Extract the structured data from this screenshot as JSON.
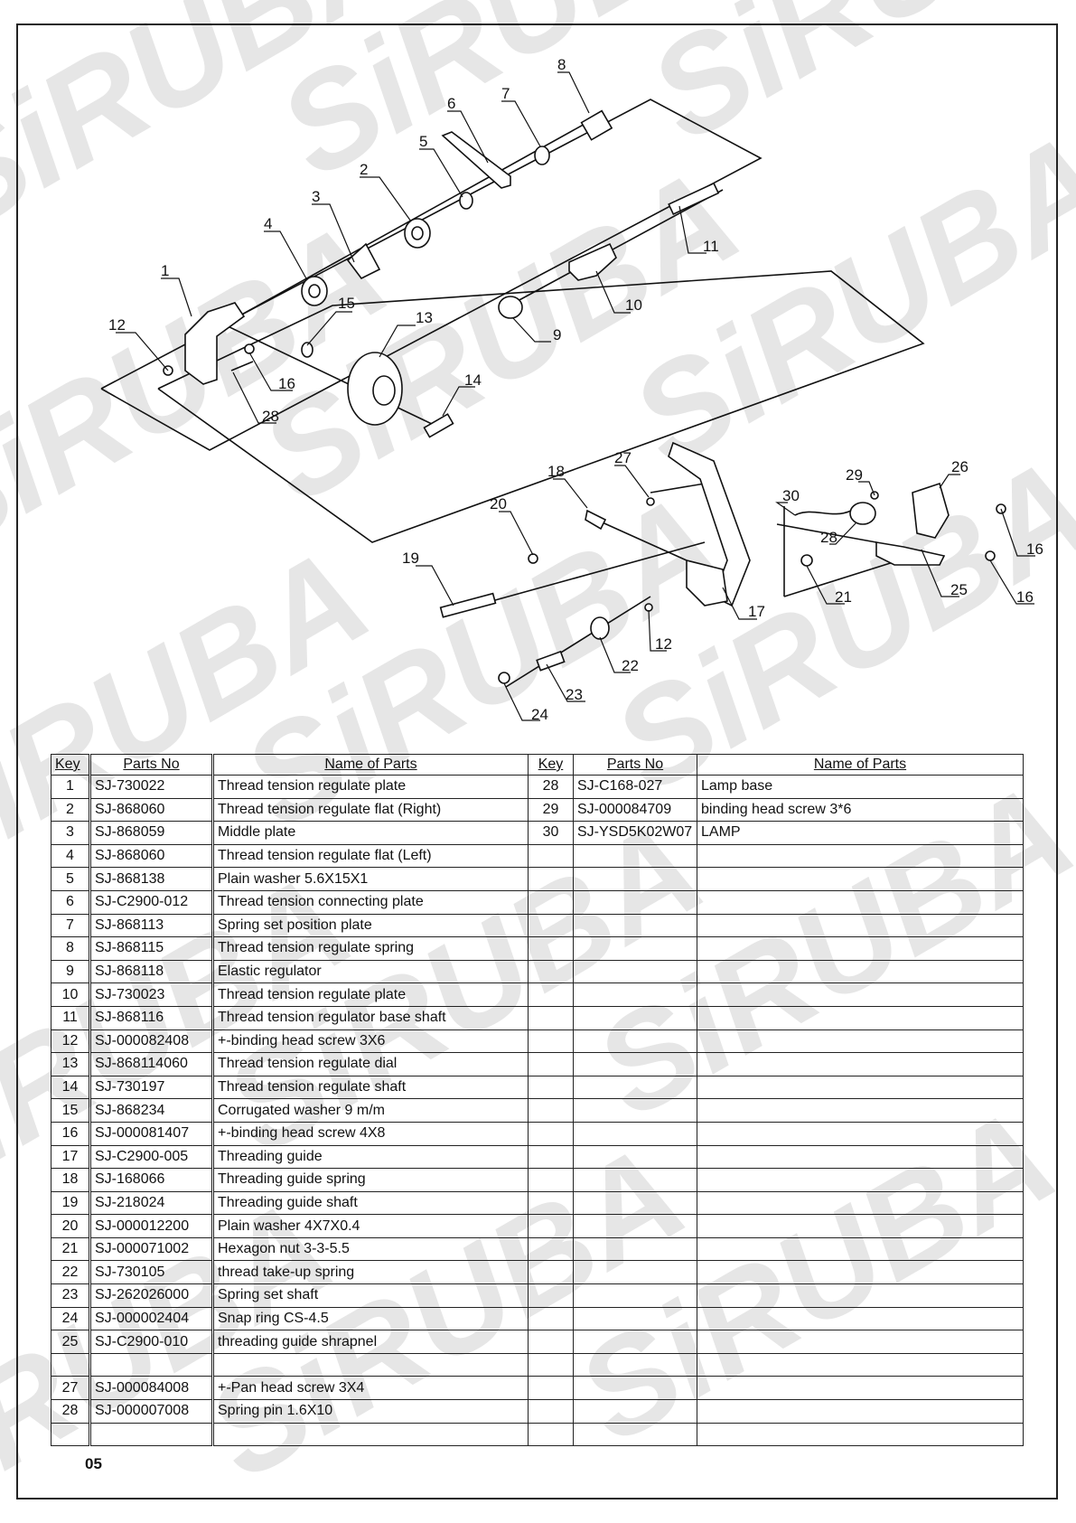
{
  "watermark": "SiRUBA",
  "callouts": [
    "1",
    "2",
    "3",
    "4",
    "5",
    "6",
    "7",
    "8",
    "9",
    "10",
    "11",
    "12",
    "13",
    "14",
    "15",
    "16",
    "28",
    "27",
    "18",
    "20",
    "19",
    "17",
    "12",
    "22",
    "23",
    "24",
    "29",
    "26",
    "30",
    "28",
    "21",
    "25",
    "16",
    "16"
  ],
  "table": {
    "headers": [
      "Key",
      "Parts No",
      "Name of Parts",
      "Key",
      "Parts No",
      "Name of Parts"
    ],
    "rows": [
      [
        "1",
        "SJ-730022",
        "Thread tension regulate plate",
        "28",
        "SJ-C168-027",
        "Lamp base"
      ],
      [
        "2",
        "SJ-868060",
        "Thread tension regulate flat (Right)",
        "29",
        "SJ-000084709",
        "binding head screw 3*6"
      ],
      [
        "3",
        "SJ-868059",
        "Middle plate",
        "30",
        "SJ-YSD5K02W07",
        "LAMP"
      ],
      [
        "4",
        "SJ-868060",
        "Thread tension regulate flat (Left)",
        "",
        "",
        ""
      ],
      [
        "5",
        "SJ-868138",
        "Plain washer 5.6X15X1",
        "",
        "",
        ""
      ],
      [
        "6",
        "SJ-C2900-012",
        "Thread tension connecting plate",
        "",
        "",
        ""
      ],
      [
        "7",
        "SJ-868113",
        "Spring set position plate",
        "",
        "",
        ""
      ],
      [
        "8",
        "SJ-868115",
        "Thread tension regulate spring",
        "",
        "",
        ""
      ],
      [
        "9",
        "SJ-868118",
        "Elastic regulator",
        "",
        "",
        ""
      ],
      [
        "10",
        "SJ-730023",
        "Thread tension regulate plate",
        "",
        "",
        ""
      ],
      [
        "11",
        "SJ-868116",
        "Thread tension regulator base shaft",
        "",
        "",
        ""
      ],
      [
        "12",
        "SJ-000082408",
        "+-binding head screw 3X6",
        "",
        "",
        ""
      ],
      [
        "13",
        "SJ-868114060",
        "Thread tension regulate dial",
        "",
        "",
        ""
      ],
      [
        "14",
        "SJ-730197",
        "Thread tension regulate shaft",
        "",
        "",
        ""
      ],
      [
        "15",
        "SJ-868234",
        "Corrugated washer 9 m/m",
        "",
        "",
        ""
      ],
      [
        "16",
        "SJ-000081407",
        "+-binding head screw 4X8",
        "",
        "",
        ""
      ],
      [
        "17",
        "SJ-C2900-005",
        "Threading guide",
        "",
        "",
        ""
      ],
      [
        "18",
        "SJ-168066",
        "Threading guide spring",
        "",
        "",
        ""
      ],
      [
        "19",
        "SJ-218024",
        "Threading guide shaft",
        "",
        "",
        ""
      ],
      [
        "20",
        "SJ-000012200",
        "Plain washer 4X7X0.4",
        "",
        "",
        ""
      ],
      [
        "21",
        "SJ-000071002",
        "Hexagon nut 3-3-5.5",
        "",
        "",
        ""
      ],
      [
        "22",
        "SJ-730105",
        "thread take-up spring",
        "",
        "",
        ""
      ],
      [
        "23",
        "SJ-262026000",
        "Spring set shaft",
        "",
        "",
        ""
      ],
      [
        "24",
        "SJ-000002404",
        "Snap ring CS-4.5",
        "",
        "",
        ""
      ],
      [
        "25",
        "SJ-C2900-010",
        "threading guide shrapnel",
        "",
        "",
        ""
      ],
      [
        "",
        "",
        "",
        "",
        "",
        ""
      ],
      [
        "27",
        "SJ-000084008",
        "+-Pan head screw 3X4",
        "",
        "",
        ""
      ],
      [
        "28",
        "SJ-000007008",
        "Spring pin 1.6X10",
        "",
        "",
        ""
      ],
      [
        "",
        "",
        "",
        "",
        "",
        ""
      ]
    ]
  },
  "page_number": "05"
}
